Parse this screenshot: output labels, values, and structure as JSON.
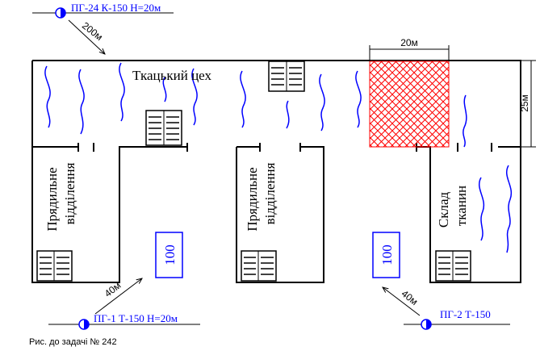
{
  "hydrants": [
    {
      "label": "ПГ-24 К-150 Н=20м"
    },
    {
      "label": "ПГ-1 Т-150 Н=20м"
    },
    {
      "label": "ПГ-2 Т-150"
    }
  ],
  "distances": {
    "top": "200м",
    "bottom_left": "40м",
    "bottom_right": "40м"
  },
  "dimensions": {
    "hatched_width": "20м",
    "building_height": "25м"
  },
  "rooms": {
    "weaving": "Ткацький цех",
    "spinning": [
      "Прядильне",
      "відділення"
    ],
    "warehouse": [
      "Склад",
      "тканин"
    ]
  },
  "boxes": [
    "100",
    "100"
  ],
  "caption": "Рис. до задачі № 242",
  "colors": {
    "hydrant_blue": "#0000ff",
    "hatch_red": "#ff0000",
    "wall": "#000000",
    "smoke": "#0000ff"
  }
}
